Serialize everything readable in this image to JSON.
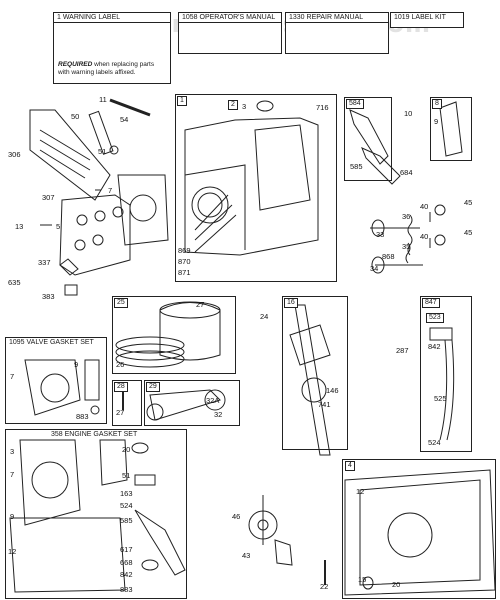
{
  "watermark": "AppliancePartsPros.com",
  "top_kits": {
    "label_kit": "1  WARNING LABEL",
    "required_bold": "REQUIRED",
    "required_rest": " when replacing parts",
    "required_line2": "with warning labels affixed.",
    "operator_manual": "1058 OPERATOR'S MANUAL",
    "repair_manual": "1330 REPAIR MANUAL",
    "label_kit2": "1019 LABEL KIT"
  },
  "kits": {
    "valve_gasket_set": "1095 VALVE GASKET SET",
    "engine_gasket_set": "358 ENGINE GASKET SET"
  },
  "box_numbers": {
    "cylinder": "1",
    "seal": "2",
    "rocker": "584",
    "cover": "8",
    "piston": "25",
    "crank": "16",
    "dipstick": "847",
    "dip_cap": "523",
    "rod": "29",
    "pin": "28",
    "sump": "4"
  },
  "part_labels": {
    "p11": "11",
    "p50": "50",
    "p54": "54",
    "p51": "51",
    "p306": "306",
    "p307": "307",
    "p7": "7",
    "p13": "13",
    "p5": "5",
    "p337": "337",
    "p635": "635",
    "p383": "383",
    "p3": "3",
    "p716": "716",
    "p869": "869",
    "p870": "870",
    "p871": "871",
    "p585": "585",
    "p684": "684",
    "p10": "10",
    "p9": "9",
    "p45a": "45",
    "p40a": "40",
    "p36": "36",
    "p33": "33",
    "p868": "868",
    "p35": "35",
    "p45b": "45",
    "p40b": "40",
    "p34": "34",
    "p27": "27",
    "p26": "26",
    "p24": "24",
    "p146": "146",
    "p741": "741",
    "p287": "287",
    "p842": "842",
    "p525": "525",
    "p524": "524",
    "p27b": "27",
    "p32a": "32A",
    "p32": "32",
    "vg7": "7",
    "vg9": "9",
    "vg883": "883",
    "eg3": "3",
    "eg20": "20",
    "eg7": "7",
    "eg51": "51",
    "eg163": "163",
    "eg524": "524",
    "eg9": "9",
    "eg585": "585",
    "eg12": "12",
    "eg617": "617",
    "eg668": "668",
    "eg842": "842",
    "eg883": "883",
    "p46": "46",
    "p43": "43",
    "p22": "22",
    "p12": "12",
    "p15": "15",
    "p20": "20"
  }
}
